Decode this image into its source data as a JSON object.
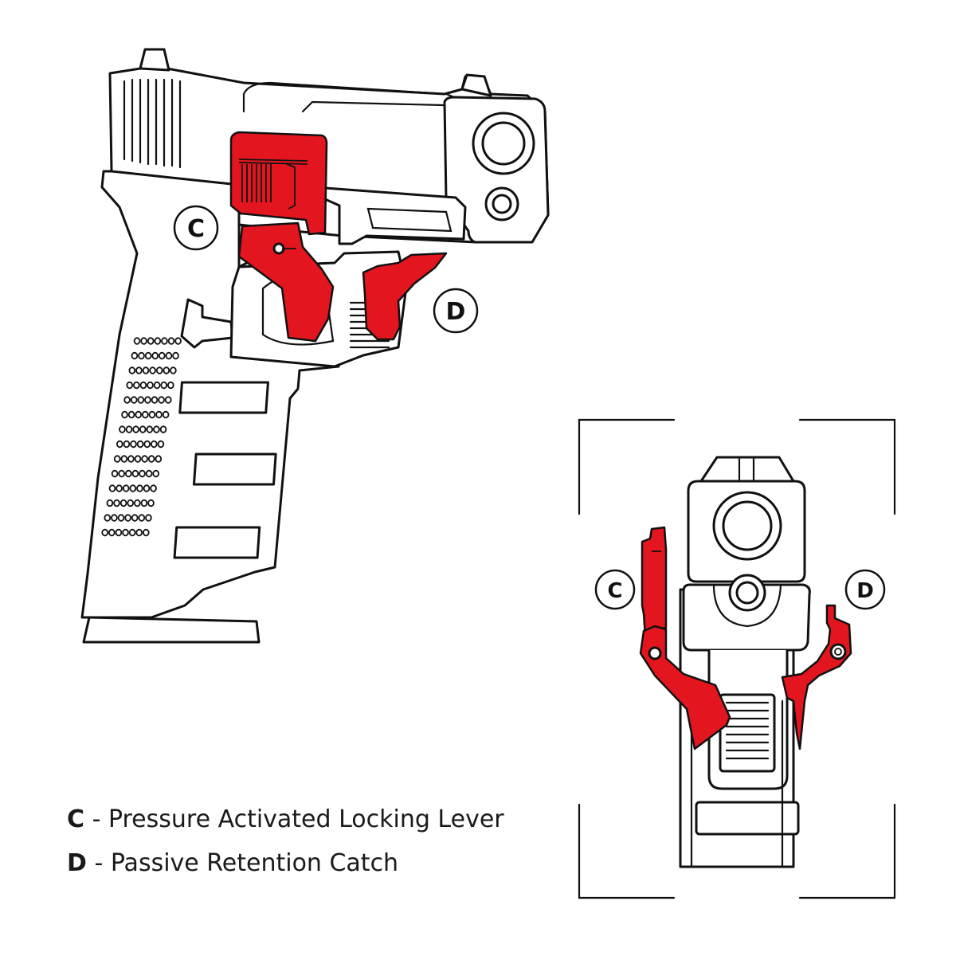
{
  "callouts": {
    "side_c": "C",
    "side_d": "D",
    "front_c": "C",
    "front_d": "D"
  },
  "legend": [
    {
      "key": "C",
      "separator": " - ",
      "text": "Pressure Activated Locking Lever"
    },
    {
      "key": "D",
      "separator": " - ",
      "text": "Passive Retention Catch"
    }
  ],
  "colors": {
    "accent": "#e3161f",
    "outline": "#111111",
    "background": "#ffffff"
  }
}
